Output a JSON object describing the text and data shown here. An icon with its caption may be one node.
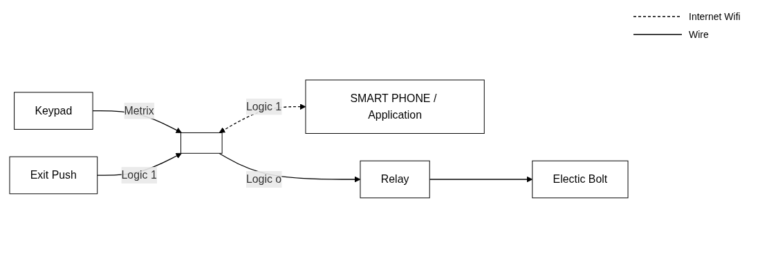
{
  "diagram": {
    "nodes": [
      {
        "text": [
          "SMART PHONE / Application"
        ]
      },
      {
        "text": [
          "Keypad"
        ]
      },
      {
        "text": [],
        "shape": "box"
      },
      {
        "text": [
          "Exit Push"
        ]
      },
      {
        "text": [
          "Relay"
        ]
      },
      {
        "text": [
          "Electic Bolt"
        ]
      }
    ],
    "edges": [
      {
        "from": 2,
        "to": 0,
        "arrow": "both",
        "style": "dashed",
        "label": "Logic 1"
      },
      {
        "from": 1,
        "to": 2,
        "arrow": "to",
        "label": "Metrix"
      },
      {
        "from": 3,
        "to": 2,
        "arrow": "to",
        "label": "Logic 1"
      },
      {
        "from": 2,
        "to": 4,
        "arrow": "to",
        "label": "Logic o"
      },
      {
        "from": 4,
        "to": 5,
        "arrow": "to"
      }
    ],
    "legend": [
      {
        "text": "Internet Wifi"
      },
      {
        "text": "Wire"
      }
    ]
  }
}
